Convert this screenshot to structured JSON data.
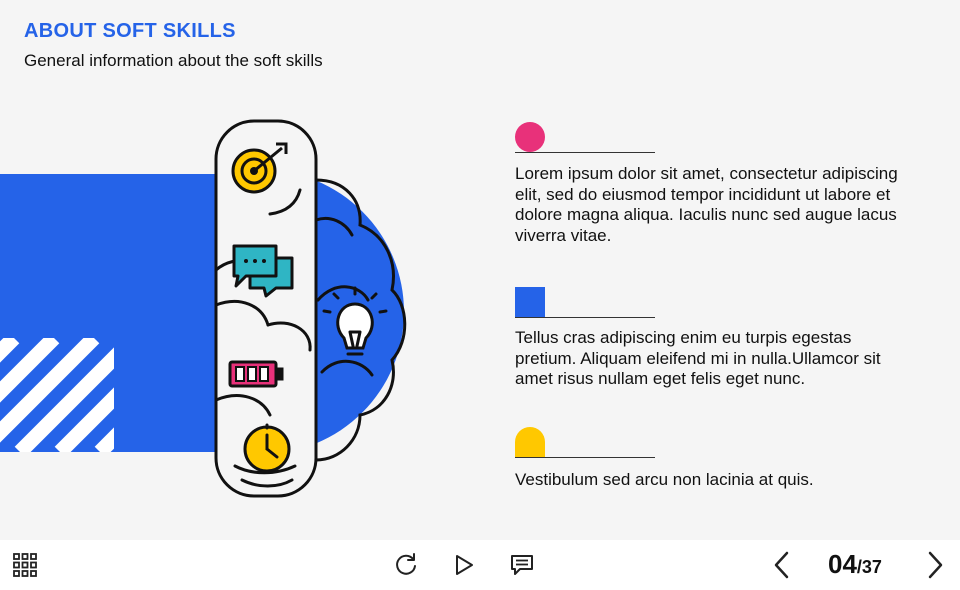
{
  "slide": {
    "title": "ABOUT SOFT SKILLS",
    "subtitle": "General information about the soft skills"
  },
  "illustration": {
    "icons": [
      "target-icon",
      "chat-bubbles-icon",
      "light-bulb-icon",
      "battery-icon",
      "clock-icon"
    ]
  },
  "content": {
    "items": [
      {
        "marker": "circle",
        "color": "#e8317a",
        "text": "Lorem ipsum dolor sit amet, consectetur adipiscing elit, sed do eiusmod tempor incididunt ut labore et dolore magna aliqua. Iaculis nunc sed augue lacus viverra vitae."
      },
      {
        "marker": "square",
        "color": "#2563e8",
        "text": "Tellus cras adipiscing enim eu turpis egestas pretium. Aliquam eleifend mi in nulla.Ullamcor sit amet risus nullam eget felis eget nunc."
      },
      {
        "marker": "half-circle",
        "color": "#ffc800",
        "text": "Vestibulum sed arcu non lacinia at quis."
      }
    ]
  },
  "player": {
    "page_current": "04",
    "page_total": "/37",
    "icons": [
      "menu-grid-icon",
      "replay-icon",
      "play-icon",
      "notes-icon",
      "prev-arrow-icon",
      "next-arrow-icon"
    ]
  },
  "colors": {
    "accent_blue": "#2563e8",
    "pink": "#e8317a",
    "yellow": "#ffc800",
    "teal": "#2fb5c4"
  }
}
